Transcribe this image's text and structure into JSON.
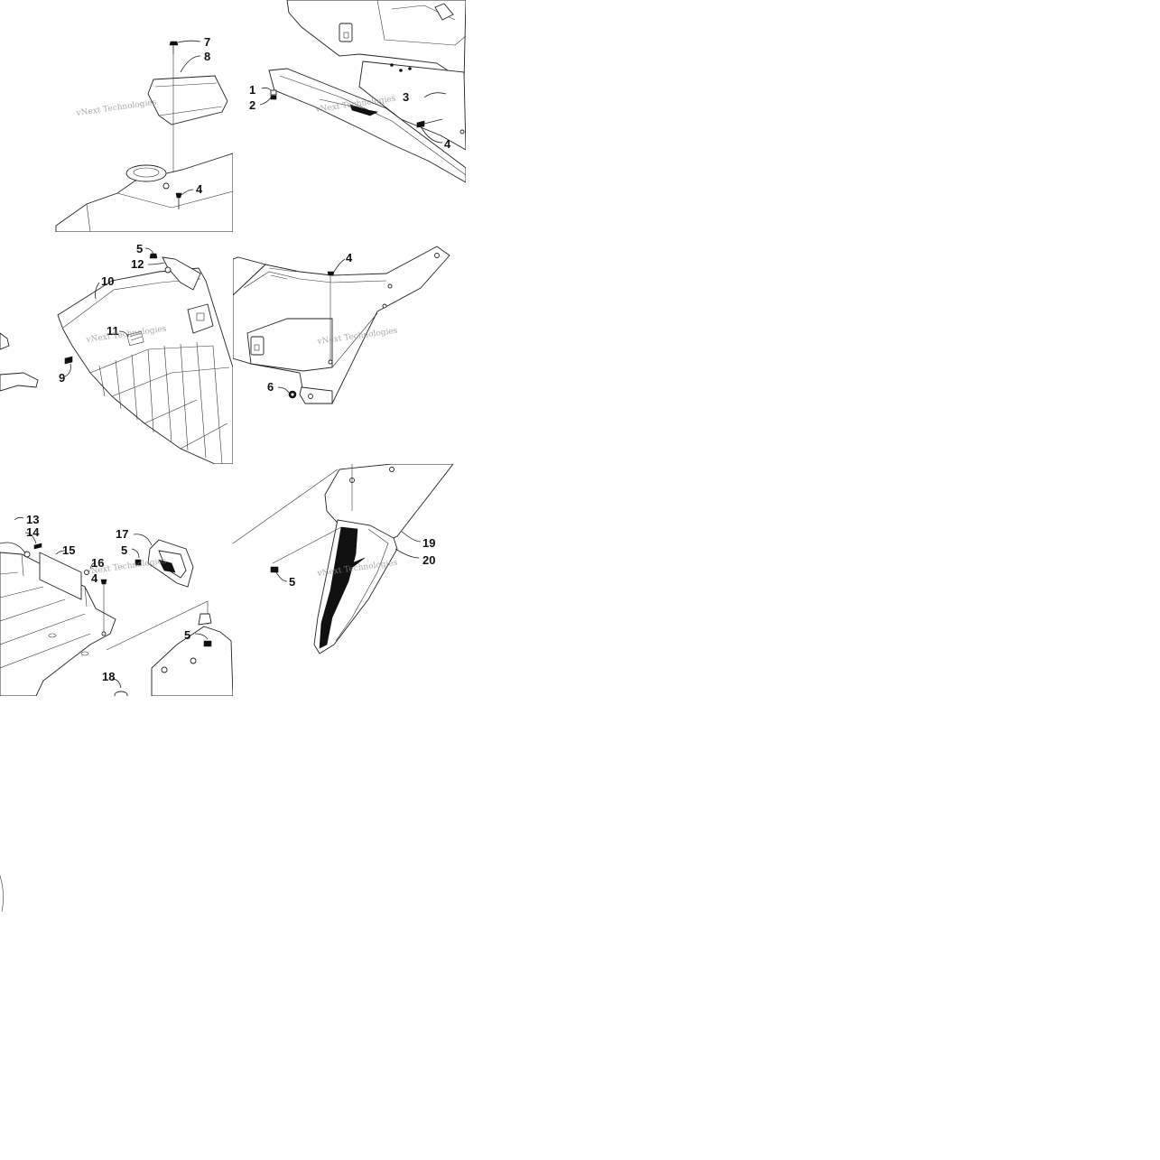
{
  "diagram": {
    "watermark": "vNext Technologies",
    "tiles": [
      {
        "id": "tl",
        "callouts": [
          "7",
          "8",
          "4"
        ]
      },
      {
        "id": "tr",
        "callouts": [
          "1",
          "2",
          "3",
          "4"
        ]
      },
      {
        "id": "ml",
        "callouts": [
          "5",
          "12",
          "10",
          "11",
          "9"
        ]
      },
      {
        "id": "mr",
        "callouts": [
          "4",
          "6"
        ]
      },
      {
        "id": "bl",
        "callouts": [
          "13",
          "14",
          "15",
          "17",
          "5",
          "16",
          "4",
          "5",
          "18"
        ]
      },
      {
        "id": "br",
        "callouts": [
          "19",
          "20",
          "5"
        ]
      }
    ]
  }
}
